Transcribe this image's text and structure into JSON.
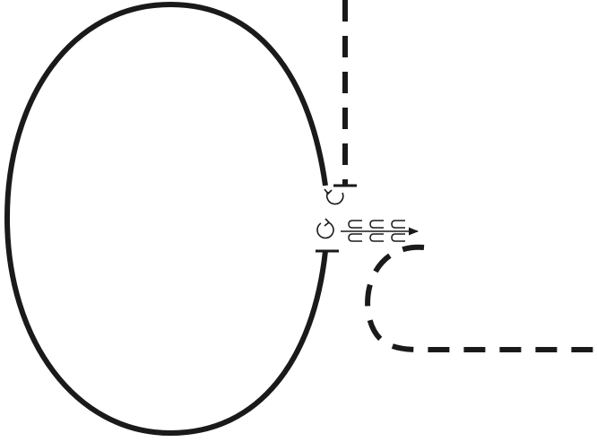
{
  "diagram": {
    "ink_color": "#1a1a1a",
    "background_color": "#ffffff",
    "elements": [
      {
        "role": "closed-loop",
        "style": "solid"
      },
      {
        "role": "upper-track",
        "style": "dashed"
      },
      {
        "role": "lower-track",
        "style": "dashed"
      },
      {
        "role": "upper-track-end-bar",
        "style": "solid"
      },
      {
        "role": "lower-loop-end-bar",
        "style": "solid"
      },
      {
        "role": "rotation-symbol-upper",
        "icon": "curved-arrow-icon"
      },
      {
        "role": "rotation-symbol-lower",
        "icon": "circular-arrow-icon"
      },
      {
        "role": "flow-arrow",
        "icon": "arrow-right-icon"
      },
      {
        "role": "flow-markers",
        "icon": "c-shape-icon",
        "count": 6
      }
    ]
  }
}
